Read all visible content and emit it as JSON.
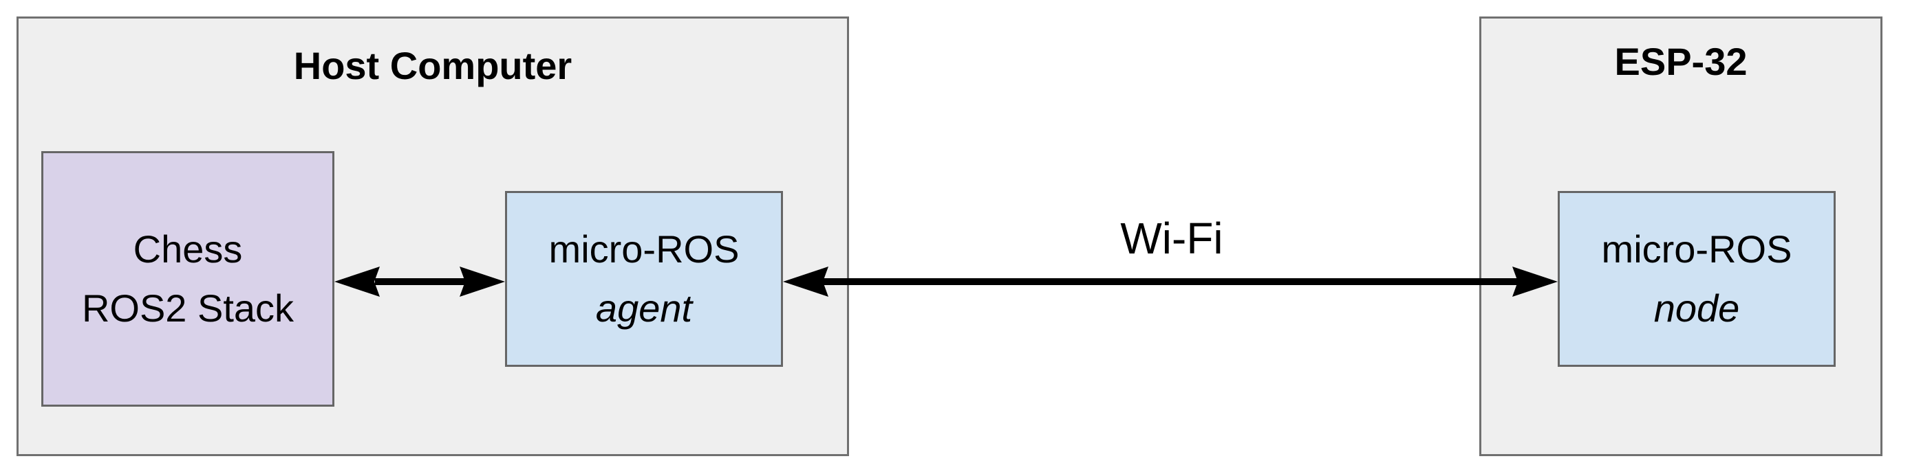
{
  "groups": {
    "host": {
      "title": "Host Computer"
    },
    "esp": {
      "title": "ESP-32"
    }
  },
  "nodes": {
    "chess": {
      "line1": "Chess",
      "line2": "ROS2 Stack"
    },
    "agent": {
      "line1": "micro-ROS",
      "line2": "agent"
    },
    "node": {
      "line1": "micro-ROS",
      "line2": "node"
    }
  },
  "edges": {
    "wifi": {
      "label": "Wi-Fi"
    }
  },
  "colors": {
    "group_fill": "#efefef",
    "chess_fill": "#d9d2e9",
    "micro_ros_fill": "#cfe2f3",
    "arrow": "#000000"
  }
}
